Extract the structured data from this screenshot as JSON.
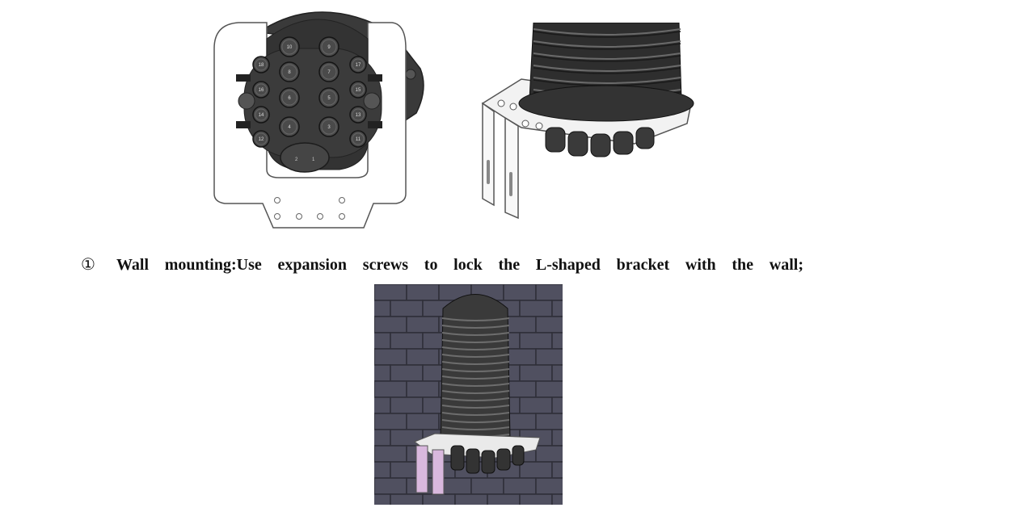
{
  "caption": {
    "number": "①",
    "text": "Wall mounting:Use expansion screws to lock the L-shaped bracket with the wall;"
  },
  "figures": {
    "top_view": {
      "port_labels_inner": [
        "10",
        "9",
        "8",
        "7",
        "6",
        "5",
        "4",
        "3"
      ],
      "port_labels_outer_left": [
        "18",
        "16",
        "14",
        "12"
      ],
      "port_labels_outer_right": [
        "17",
        "15",
        "13",
        "11"
      ],
      "bottom_port_labels": [
        "2",
        "1"
      ]
    }
  }
}
